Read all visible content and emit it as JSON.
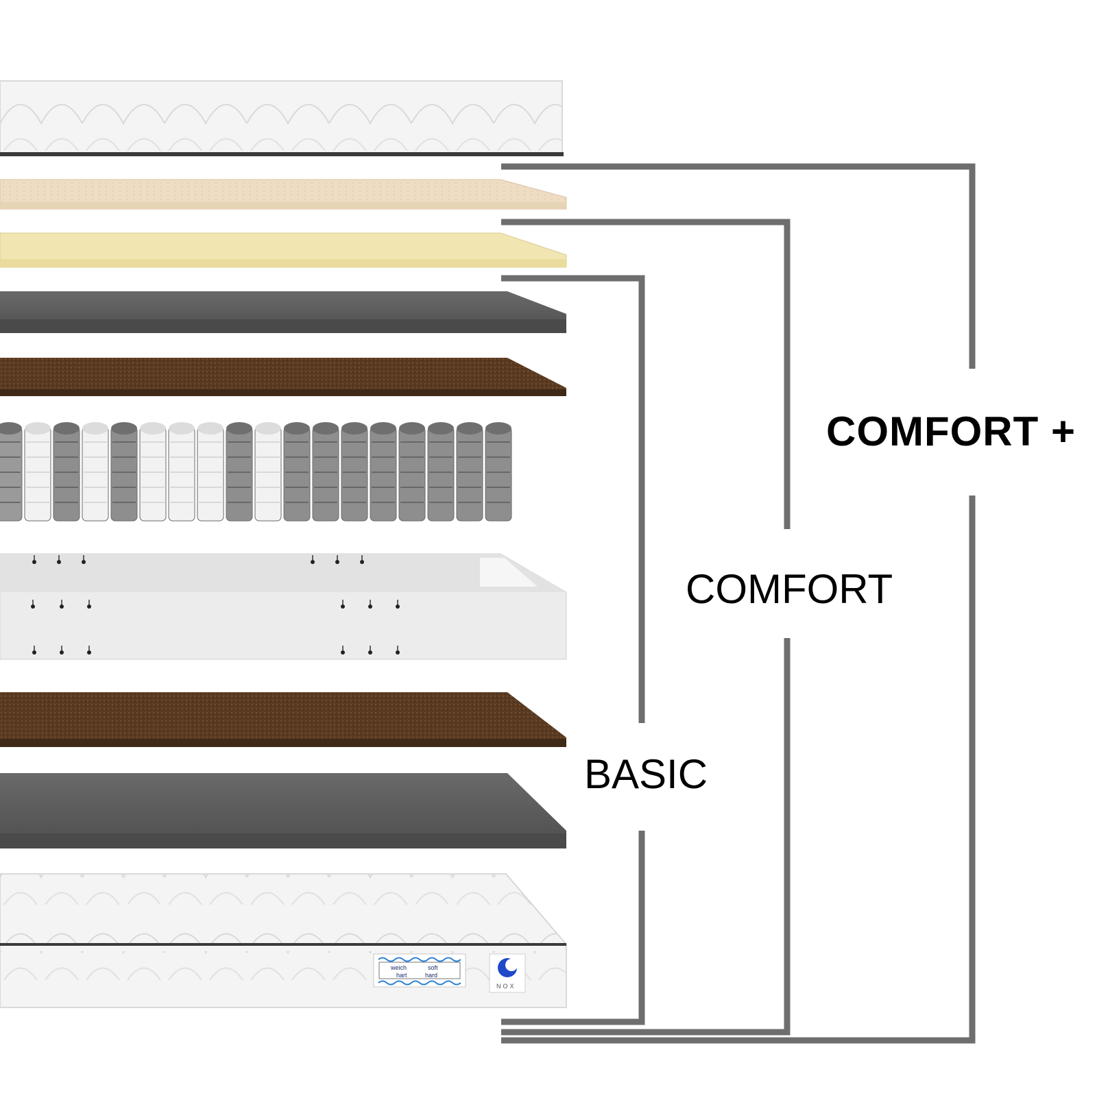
{
  "layers": [
    {
      "name": "top-quilted-cover",
      "color": "#f4f4f4"
    },
    {
      "name": "latex-layer",
      "color": "#eedcc3"
    },
    {
      "name": "memory-foam-layer",
      "color": "#f1e6b2"
    },
    {
      "name": "grey-foam-top-layer",
      "color": "#5e5e5e"
    },
    {
      "name": "coconut-fiber-top-layer",
      "color": "#5a3b22"
    },
    {
      "name": "pocket-spring-core",
      "color": "#8a8a8a"
    },
    {
      "name": "foam-frame",
      "color": "#e9e9e9"
    },
    {
      "name": "coconut-fiber-bottom-layer",
      "color": "#5a3b22"
    },
    {
      "name": "grey-foam-bottom-layer",
      "color": "#5e5e5e"
    },
    {
      "name": "bottom-quilted-cover",
      "color": "#f4f4f4"
    }
  ],
  "tiers": {
    "basic": {
      "label": "BASIC"
    },
    "comfort": {
      "label": "COMFORT"
    },
    "comfort_plus": {
      "label": "COMFORT +"
    }
  },
  "tag": {
    "weich": "weich",
    "soft": "soft",
    "hart": "hart",
    "hard": "hard"
  },
  "logo": {
    "text": "NOX"
  },
  "colors": {
    "bracket": "#6e6e6e",
    "text": "#000000"
  }
}
